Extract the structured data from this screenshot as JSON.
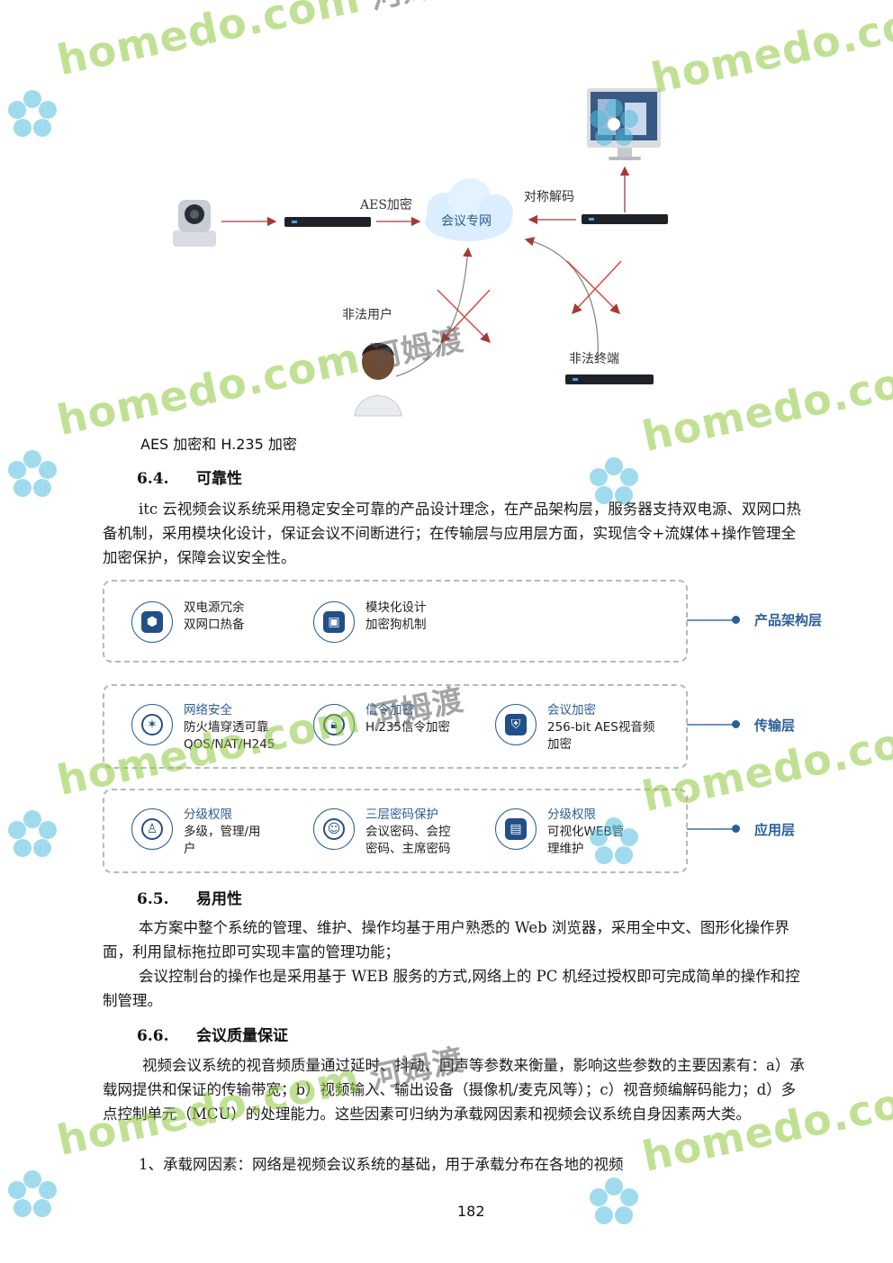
{
  "diagram": {
    "aes_label": "AES加密",
    "cloud_label": "会议专网",
    "symmetric_label": "对称解码",
    "illegal_user_label": "非法用户",
    "illegal_terminal_label": "非法终端"
  },
  "caption": "AES 加密和 H.235 加密",
  "sections": [
    {
      "num": "6.4.",
      "title": "可靠性",
      "paragraphs": [
        "itc 云视频会议系统采用稳定安全可靠的产品设计理念，在产品架构层，服务器支持双电源、双网口热备机制，采用模块化设计，保证会议不间断进行；在传输层与应用层方面，实现信令+流媒体+操作管理全加密保护，保障会议安全性。"
      ]
    },
    {
      "num": "6.5.",
      "title": "易用性",
      "paragraphs": [
        "本方案中整个系统的管理、维护、操作均基于用户熟悉的 Web 浏览器，采用全中文、图形化操作界面，利用鼠标拖拉即可实现丰富的管理功能；",
        "会议控制台的操作也是采用基于 WEB 服务的方式,网络上的 PC 机经过授权即可完成简单的操作和控制管理。"
      ]
    },
    {
      "num": "6.6.",
      "title": "会议质量保证",
      "paragraphs": [
        "视频会议系统的视音频质量通过延时、抖动、回声等参数来衡量，影响这些参数的主要因素有：a）承载网提供和保证的传输带宽；b）视频输入、输出设备（摄像机/麦克风等）；c）视音频编解码能力；d）多点控制单元（MCU）的处理能力。这些因素可归纳为承载网因素和视频会议系统自身因素两大类。",
        "1、承载网因素：网络是视频会议系统的基础，用于承载分布在各地的视频"
      ]
    }
  ],
  "layers": [
    {
      "tag": "产品架构层",
      "items": [
        {
          "icon": "hexagon-cluster-icon",
          "glyph": "⬢",
          "line1": "双电源冗余",
          "line2": "双网口热备",
          "line3": ""
        },
        {
          "icon": "module-icon",
          "glyph": "▣",
          "line1": "模块化设计",
          "line2": "加密狗机制",
          "line3": ""
        }
      ]
    },
    {
      "tag": "传输层",
      "items": [
        {
          "icon": "network-security-icon",
          "glyph": "✶",
          "title": "网络安全",
          "line1": "防火墙穿透可靠",
          "line2": "QOS/NAT/H245"
        },
        {
          "icon": "lock-icon",
          "glyph": "🔒︎",
          "title": "信令加密",
          "line1": "H.235信令加密",
          "line2": ""
        },
        {
          "icon": "shield-icon",
          "glyph": "⛨",
          "title": "会议加密",
          "line1": "256-bit AES视音频",
          "line2": "加密"
        }
      ]
    },
    {
      "tag": "应用层",
      "items": [
        {
          "icon": "user-permission-icon",
          "glyph": "♙",
          "title": "分级权限",
          "line1": "多级，管理/用",
          "line2": "户"
        },
        {
          "icon": "user-password-icon",
          "glyph": "☺",
          "title": "三层密码保护",
          "line1": "会议密码、会控",
          "line2": "密码、主席密码"
        },
        {
          "icon": "web-management-icon",
          "glyph": "▤",
          "title": "分级权限",
          "line1": "可视化WEB管",
          "line2": "理维护"
        }
      ]
    }
  ],
  "page_number": "182",
  "watermark": {
    "latin": "homedo.com",
    "cn": "河姆渡"
  }
}
